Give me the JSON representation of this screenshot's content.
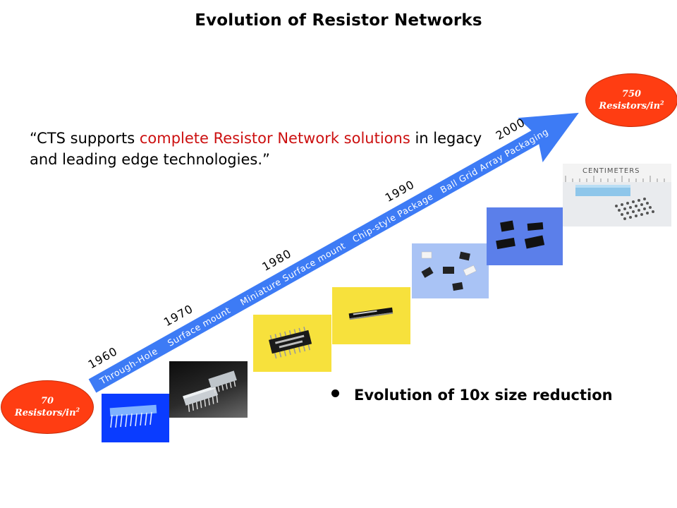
{
  "title": "Evolution of Resistor Networks",
  "quote": {
    "part1": "“CTS supports ",
    "highlight": "complete Resistor Network solutions",
    "part2": " in legacy and leading edge technologies.”"
  },
  "bullet": "Evolution of 10x size reduction",
  "start_density": {
    "value": "70",
    "unit": "Resistors/in",
    "exp": "2"
  },
  "end_density": {
    "value": "750",
    "unit": "Resistors/in",
    "exp": "2"
  },
  "timeline_labels": "Through-Hole    Surface mount    Miniature Surface mount   Chip-style Package   Ball Grid Array Packaging",
  "years": [
    "1960",
    "1970",
    "1980",
    "1990",
    "2000"
  ],
  "colors": {
    "arrow": "#3d7bf5",
    "oval": "#ff3d12",
    "highlight": "#cc1010"
  }
}
